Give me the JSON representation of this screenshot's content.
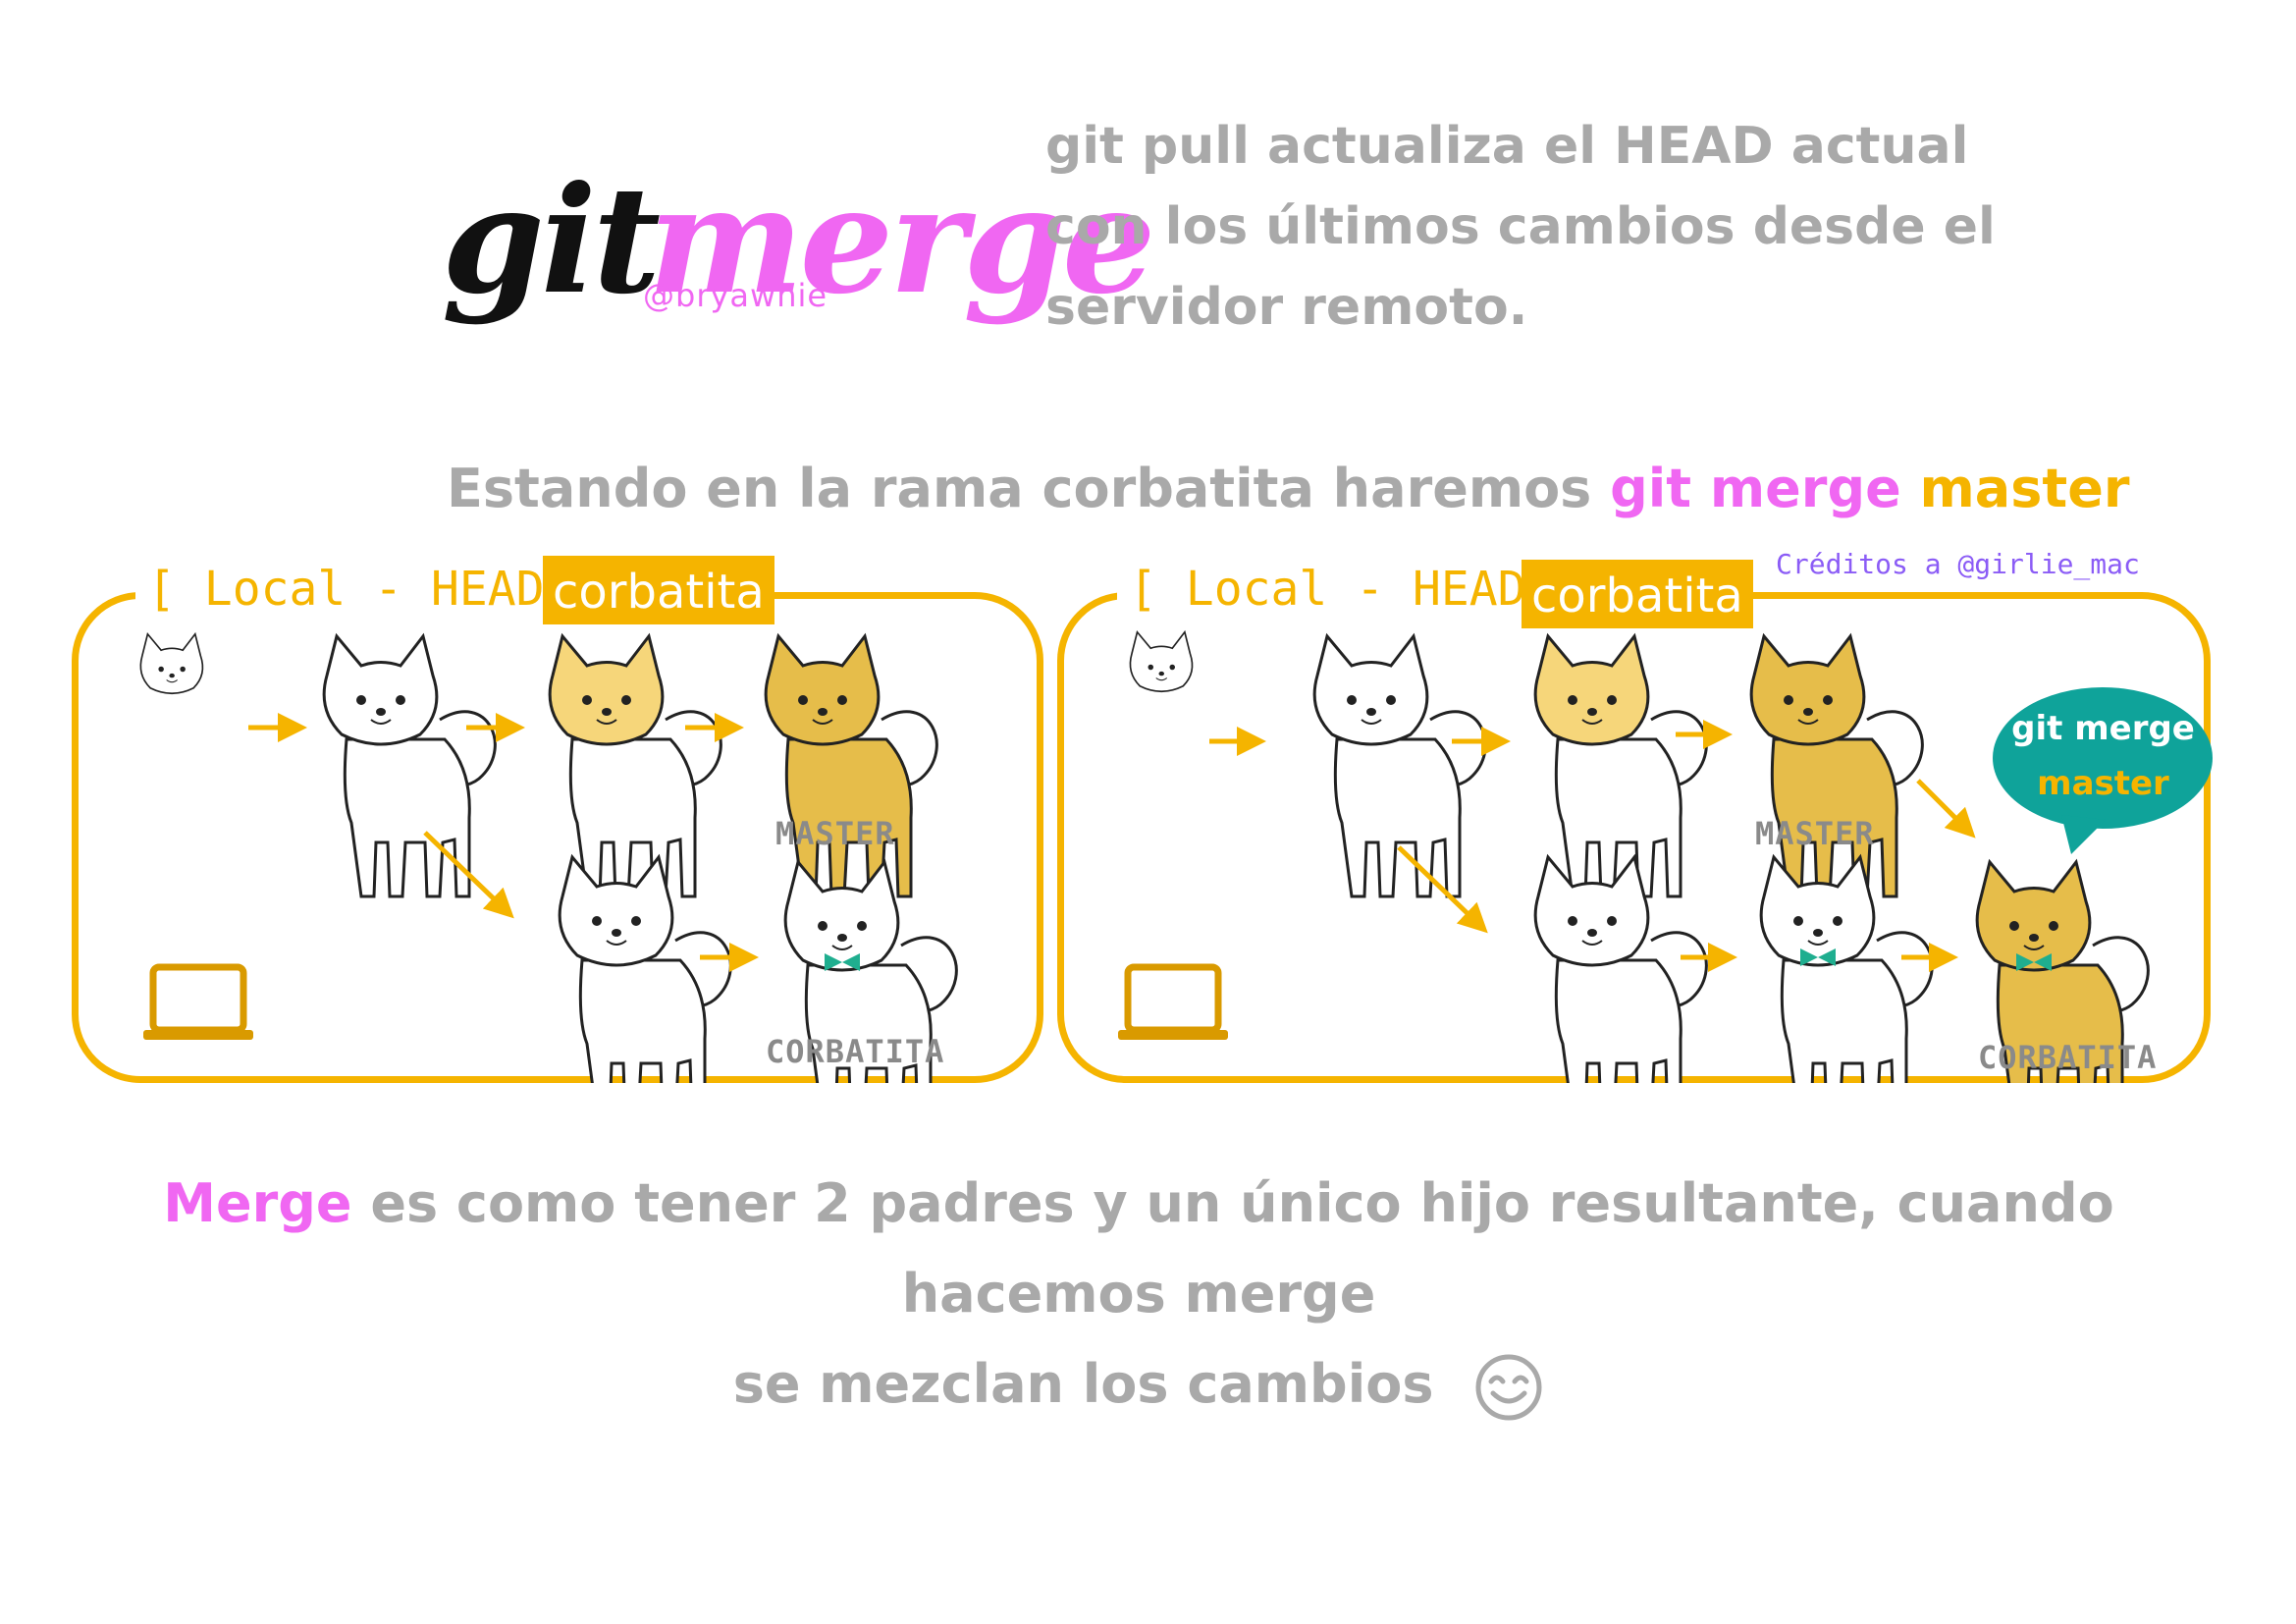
{
  "title": {
    "git": "git",
    "merge": "merge",
    "handle": "@bryawnie"
  },
  "description": [
    "git pull actualiza el HEAD actual",
    "con los últimos cambios desde el",
    "servidor remoto."
  ],
  "subtitle": {
    "prefix": "Estando en la rama corbatita haremos",
    "cmd": "git merge",
    "branch": "master"
  },
  "panels": [
    {
      "local_label": "[ Local - HEAD ]",
      "branch_tag": "corbatita",
      "label_master": "MASTER",
      "label_corbatita": "CORBATITA"
    },
    {
      "local_label": "[ Local - HEAD ]",
      "branch_tag": "corbatita",
      "label_master": "MASTER",
      "label_corbatita": "CORBATITA"
    }
  ],
  "credits": "Créditos a @girlie_mac",
  "bubble": {
    "line1": "git merge",
    "line2": "master"
  },
  "footer": {
    "highlight": "Merge",
    "line1_rest": " es como tener 2 padres y un único hijo resultante, cuando hacemos merge",
    "line2": "se mezclan los cambios"
  },
  "colors": {
    "accent_gold": "#f5b400",
    "pink": "#f067f2",
    "teal": "#0fa39a",
    "grey_text": "#a9a9a9"
  }
}
